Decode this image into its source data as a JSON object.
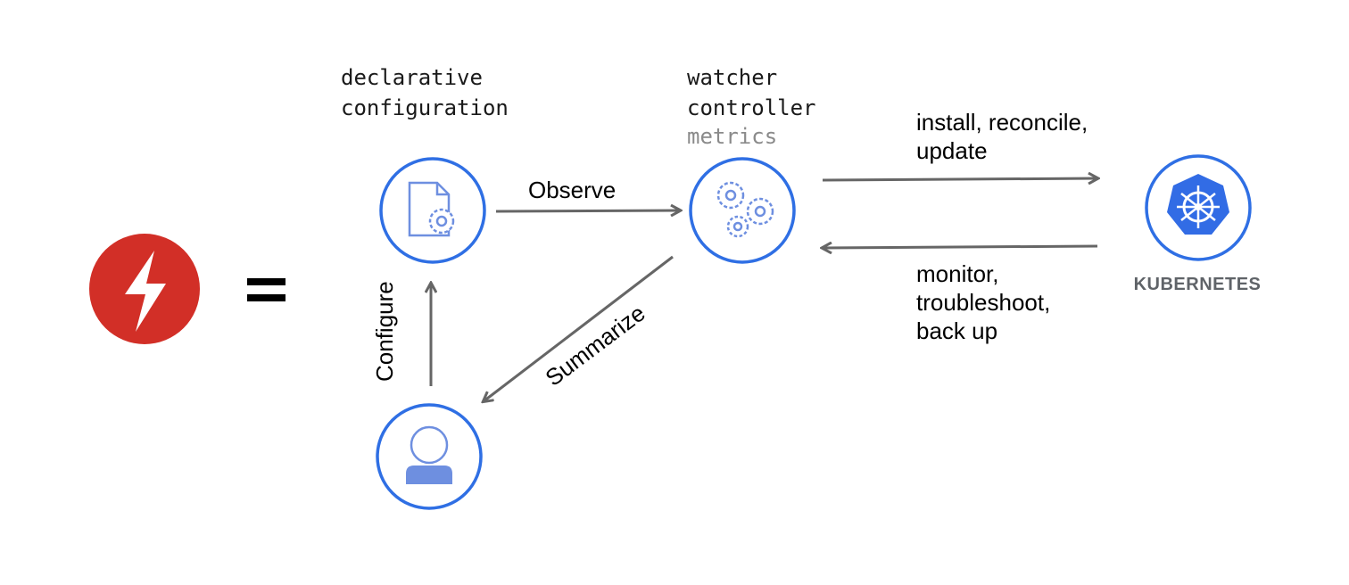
{
  "colors": {
    "node_ring": "#2f6fe4",
    "icon_fill": "#6e8fe0",
    "arrow": "#666666",
    "brand_red": "#d22f27",
    "k8s_blue": "#326ce5",
    "muted_text": "#8a8a8a"
  },
  "icons": {
    "logo": "lightning-bolt-icon",
    "equals": "equals-sign",
    "config": "document-gear-icon",
    "controller": "gears-icon",
    "user": "user-icon",
    "kubernetes": "helm-wheel-icon"
  },
  "labels": {
    "config_line1": "declarative",
    "config_line2": "configuration",
    "controller_line1": "watcher",
    "controller_line2": "controller",
    "controller_line3": "metrics",
    "kubernetes": "KUBERNETES"
  },
  "edges": {
    "observe": "Observe",
    "summarize": "Summarize",
    "configure": "Configure",
    "to_k8s_line1": "install, reconcile,",
    "to_k8s_line2": "update",
    "from_k8s_line1": "monitor,",
    "from_k8s_line2": "troubleshoot,",
    "from_k8s_line3": "back up"
  }
}
